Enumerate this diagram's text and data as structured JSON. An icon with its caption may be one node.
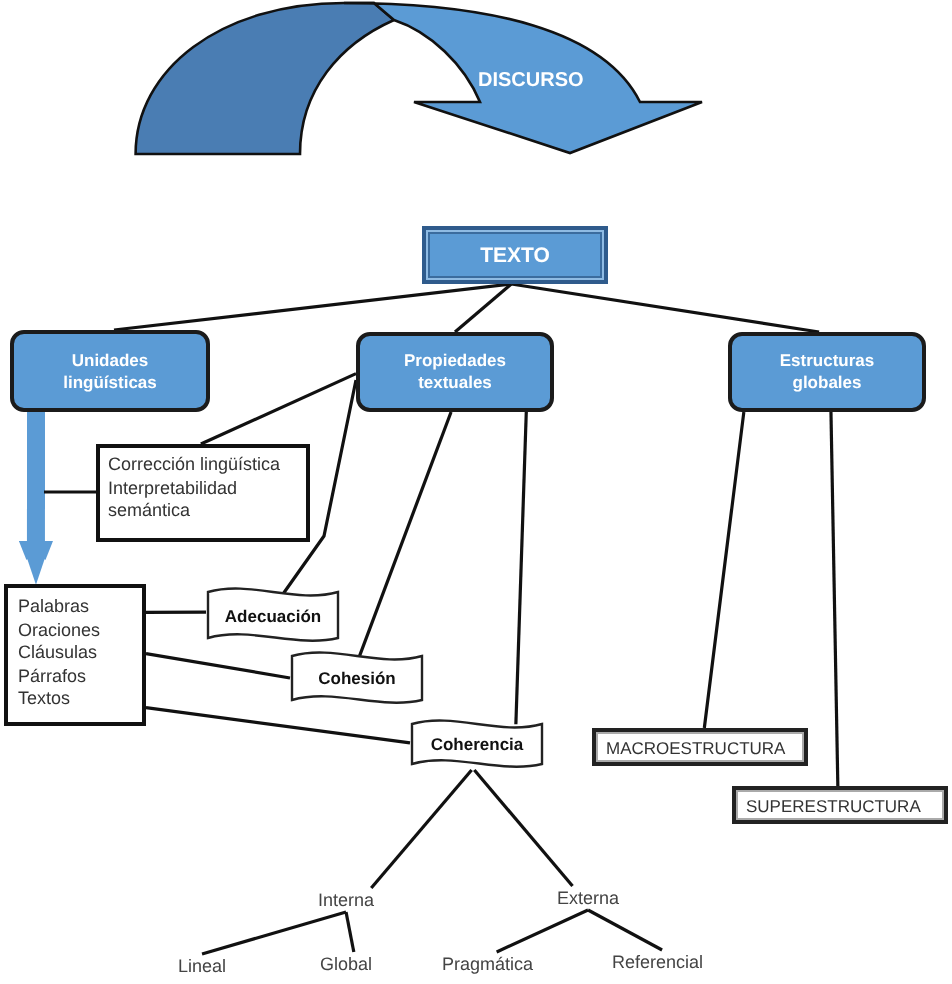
{
  "diagram": {
    "nodes": [
      {
        "text": [
          "DISCURSO"
        ]
      },
      {
        "text": [
          "TEXTO"
        ]
      },
      {
        "text": [
          "Unidades lingüísticas"
        ]
      },
      {
        "text": [
          "Propiedades textuales"
        ]
      },
      {
        "text": [
          "Estructuras globales"
        ]
      },
      {
        "text": [
          "Corrección lingüística",
          "Interpretabilidad semántica"
        ]
      },
      {
        "text": [
          "Palabras",
          "Oraciones",
          "Cláusulas",
          "Párrafos",
          "Textos"
        ]
      },
      {
        "text": [
          "Adecuación"
        ]
      },
      {
        "text": [
          "Cohesión"
        ]
      },
      {
        "text": [
          "Coherencia"
        ]
      },
      {
        "text": [
          "MACROESTRUCTURA"
        ]
      },
      {
        "text": [
          "SUPERESTRUCTURA"
        ]
      },
      {
        "text": [
          "Interna"
        ]
      },
      {
        "text": [
          "Externa"
        ]
      },
      {
        "text": [
          "Lineal"
        ]
      },
      {
        "text": [
          "Global"
        ]
      },
      {
        "text": [
          "Pragmática"
        ]
      },
      {
        "text": [
          "Referencial"
        ]
      }
    ],
    "edges": [
      {
        "from": 1,
        "to": 2,
        "arrow": "none"
      },
      {
        "from": 1,
        "to": 3,
        "arrow": "none"
      },
      {
        "from": 1,
        "to": 4,
        "arrow": "none"
      },
      {
        "from": 2,
        "to": 6,
        "arrow": "to",
        "style": "thick",
        "color": "#5b9bd5"
      },
      {
        "from": 5,
        "to": null,
        "arrow": "none"
      },
      {
        "from": 3,
        "to": 5,
        "arrow": "none"
      },
      {
        "from": 3,
        "to": 7,
        "arrow": "none"
      },
      {
        "from": 3,
        "to": 8,
        "arrow": "none"
      },
      {
        "from": 3,
        "to": 9,
        "arrow": "none"
      },
      {
        "from": 6,
        "to": 7,
        "arrow": "none"
      },
      {
        "from": 6,
        "to": 8,
        "arrow": "none"
      },
      {
        "from": 6,
        "to": 9,
        "arrow": "none"
      },
      {
        "from": 4,
        "to": 10,
        "arrow": "none"
      },
      {
        "from": 4,
        "to": 11,
        "arrow": "none"
      },
      {
        "from": 9,
        "to": 12,
        "arrow": "none"
      },
      {
        "from": 9,
        "to": 13,
        "arrow": "none"
      },
      {
        "from": 12,
        "to": 14,
        "arrow": "none"
      },
      {
        "from": 12,
        "to": 15,
        "arrow": "none"
      },
      {
        "from": 13,
        "to": 16,
        "arrow": "none"
      },
      {
        "from": 13,
        "to": 17,
        "arrow": "none"
      }
    ]
  }
}
